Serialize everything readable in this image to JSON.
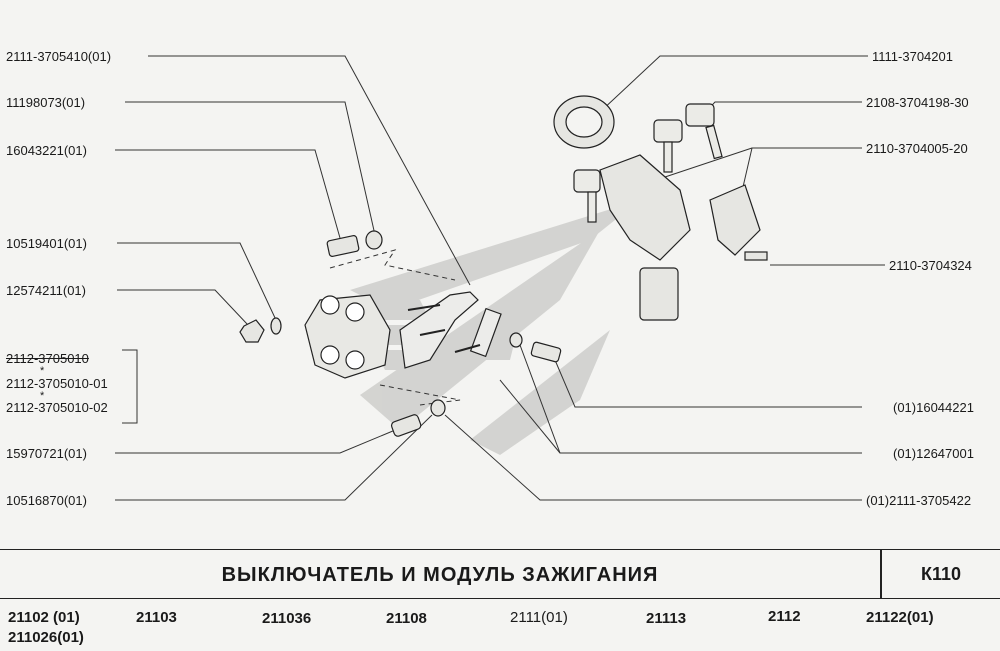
{
  "labels": {
    "left": [
      "2111-3705410(01)",
      "11198073(01)",
      "16043221(01)",
      "10519401(01)",
      "12574211(01)",
      "2112-3705010",
      "2112-3705010-01",
      "2112-3705010-02",
      "15970721(01)",
      "10516870(01)"
    ],
    "right": [
      "1111-3704201",
      "2108-3704198-30",
      "2110-3704005-20",
      "2110-3704324",
      "(01)16044221",
      "(01)12647001",
      "(01)2111-3705422"
    ],
    "asterisk": "*"
  },
  "title": "ВЫКЛЮЧАТЕЛЬ И МОДУЛЬ ЗАЖИГАНИЯ",
  "sheet_code": "К110",
  "models": [
    "21102 (01)",
    "211026(01)",
    "21103",
    "211036",
    "21108",
    "2111(01)",
    "21113",
    "2112",
    "21122(01)"
  ]
}
